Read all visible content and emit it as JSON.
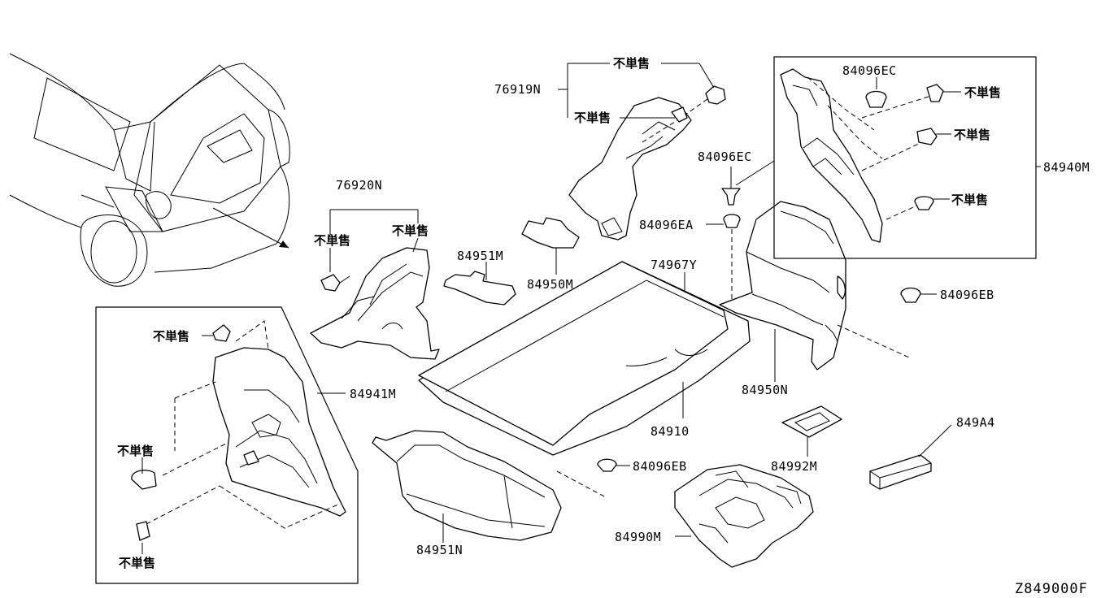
{
  "diagram": {
    "labels": {
      "p76919N": "76919N",
      "p76920N": "76920N",
      "p84951M": "84951M",
      "p84950M": "84950M",
      "p74967Y": "74967Y",
      "p84096EC_a": "84096EC",
      "p84096EA": "84096EA",
      "p84096EC_b": "84096EC",
      "p84940M": "84940M",
      "p84096EB_a": "84096EB",
      "p84941M": "84941M",
      "p84950N": "84950N",
      "p84910": "84910",
      "p849A4": "849A4",
      "p84096EB_b": "84096EB",
      "p84992M": "84992M",
      "p84990M": "84990M",
      "p84951N": "84951N"
    },
    "not_sold": {
      "n1": "不単售",
      "n2": "不単售",
      "n3": "不単售",
      "n4": "不単售",
      "n5": "不単售",
      "n6": "不単售",
      "n7": "不単售",
      "n8": "不単售",
      "n9": "不単售",
      "n10": "不単售"
    },
    "diagram_code": "Z849000F"
  }
}
